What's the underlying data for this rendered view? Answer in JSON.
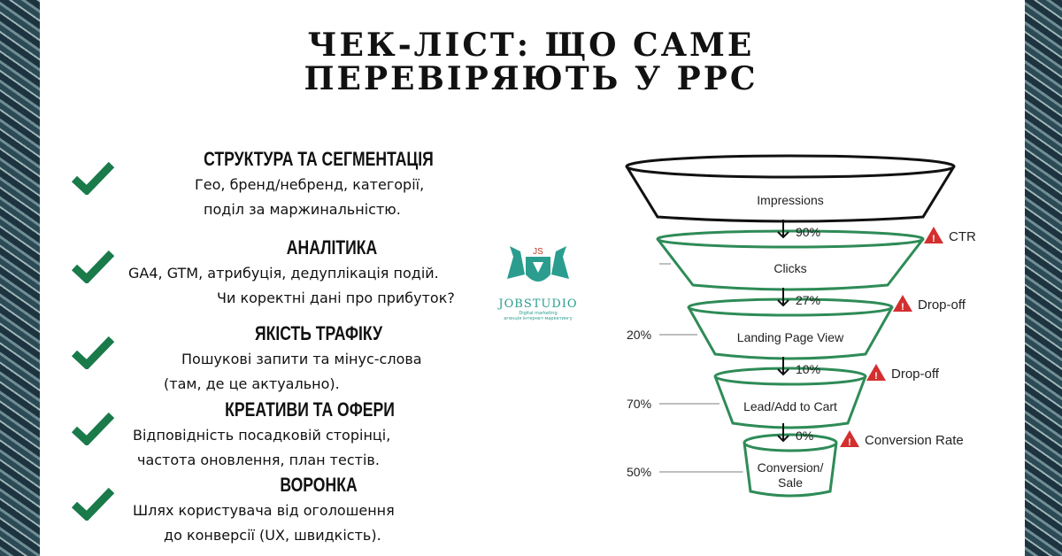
{
  "title": {
    "line1": "ЧЕК-ЛІСТ: ЩО САМЕ",
    "line2": "ПЕРЕВІРЯЮТЬ У PPC"
  },
  "checklist": [
    {
      "heading": "СТРУКТУРА ТА СЕГМЕНТАЦІЯ",
      "lines": [
        "Гео, бренд/небренд, категорії,",
        "поділ за маржинальністю."
      ]
    },
    {
      "heading": "АНАЛІТИКА",
      "lines": [
        "GA4, GTM, атрибуція, дедуплікація подій.",
        "Чи коректні дані про прибуток?"
      ]
    },
    {
      "heading": "ЯКІСТЬ ТРАФІКУ",
      "lines": [
        "Пошукові запити та мінус-слова",
        "(там, де це актуально)."
      ]
    },
    {
      "heading": "КРЕАТИВИ ТА ОФЕРИ",
      "lines": [
        "Відповідність посадковій сторінці,",
        "частота оновлення, план тестів."
      ]
    },
    {
      "heading": "ВОРОНКА",
      "lines": [
        "Шлях користувача від оголошення",
        "до конверсії (UX, швидкість)."
      ]
    }
  ],
  "logo": {
    "name": "JOBSTUDIO",
    "tagline": "Digital marketing",
    "subtitle": "агенція інтернет-маркетингу"
  },
  "funnel": {
    "stages": [
      {
        "label": "Impressions"
      },
      {
        "label": "Clicks",
        "rate": "90%",
        "warning": "CTR"
      },
      {
        "label": "Landing Page View",
        "rate": "27%",
        "warning": "Drop-off",
        "side": "20%"
      },
      {
        "label": "Lead/Add to Cart",
        "rate": "10%",
        "warning": "Drop-off",
        "side": "70%"
      },
      {
        "label": "Conversion/ Sale",
        "label2": "Sale",
        "label1": "Conversion/",
        "rate": "0%",
        "warning": "Conversion Rate",
        "side": "50%"
      }
    ],
    "colors": {
      "stage": "#2e8b57",
      "warning": "#d32f2f",
      "check": "#1a7a4a"
    }
  }
}
